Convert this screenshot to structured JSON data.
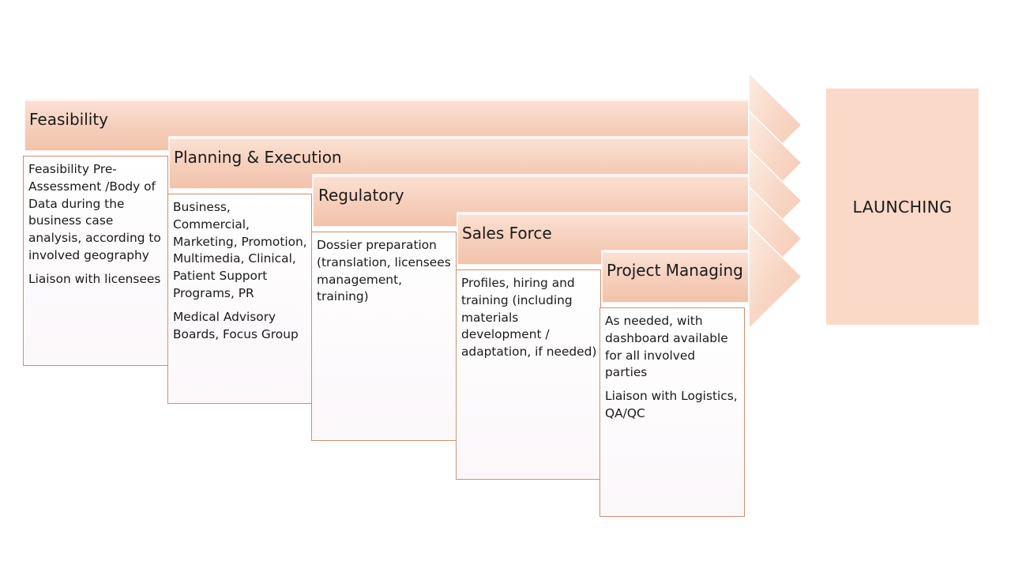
{
  "colors": {
    "arrow_fill": "#f6cdb7",
    "arrow_head": "#f9dcce",
    "box_border": "#cf8f6f",
    "launch_fill": "#fbd9c8"
  },
  "stages": [
    {
      "title": "Feasibility",
      "paragraphs": [
        "Feasibility Pre-Assessment /Body of Data during the business case analysis, according to involved geography",
        "Liaison with licensees"
      ]
    },
    {
      "title": "Planning & Execution",
      "paragraphs": [
        "Business, Commercial, Marketing, Promotion, Multimedia, Clinical, Patient Support Programs, PR",
        "Medical Advisory Boards, Focus Group"
      ]
    },
    {
      "title": "Regulatory",
      "paragraphs": [
        "Dossier preparation (translation, licensees management, training)"
      ]
    },
    {
      "title": "Sales Force",
      "paragraphs": [
        "Profiles, hiring and training (including materials development / adaptation, if needed)"
      ]
    },
    {
      "title": "Project Managing",
      "paragraphs": [
        "As needed, with dashboard available for all involved parties",
        "Liaison with Logistics, QA/QC"
      ]
    }
  ],
  "launch": {
    "label": "LAUNCHING"
  }
}
